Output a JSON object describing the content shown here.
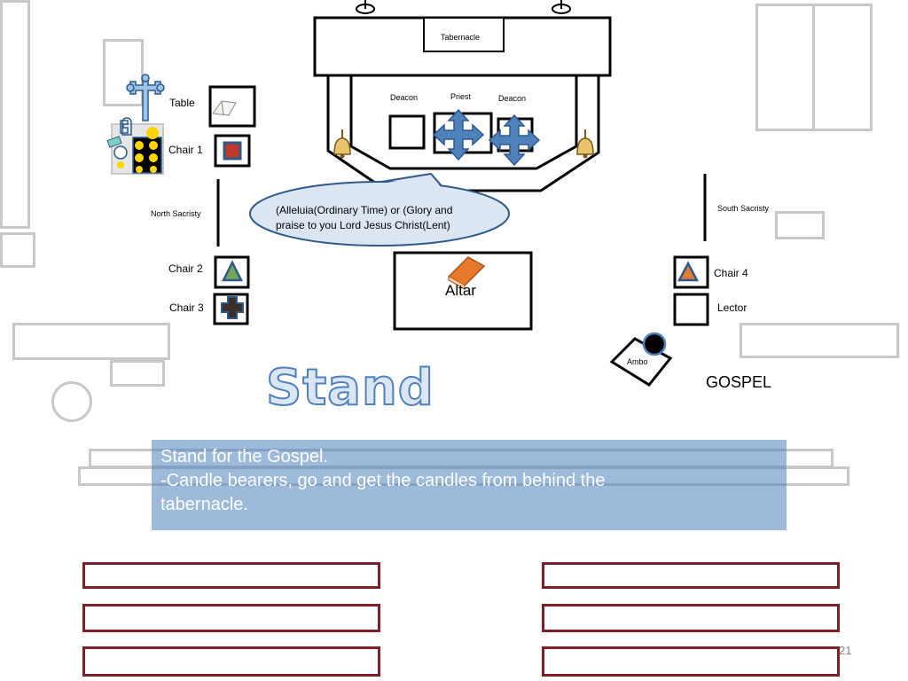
{
  "labels": {
    "tabernacle": "Tabernacle",
    "deacon_left": "Deacon",
    "priest": "Priest",
    "deacon_right": "Deacon",
    "table": "Table",
    "chair1": "Chair 1",
    "north_sacristy": "North Sacristy",
    "south_sacristy": "South Sacristy",
    "chair2": "Chair 2",
    "chair3": "Chair 3",
    "chair4": "Chair 4",
    "lector": "Lector",
    "altar": "Altar",
    "ambo": "Ambo",
    "gospel": "GOSPEL"
  },
  "callout": {
    "line1": "(Alleluia(Ordinary Time) or (Glory and",
    "line2": "praise to you Lord Jesus Christ(Lent)"
  },
  "posture": "Stand",
  "instructions": {
    "line1": "Stand for the Gospel.",
    "line2": "-Candle bearers, go and get the candles from behind the",
    "line3": "tabernacle."
  },
  "page_number": "21",
  "colors": {
    "accent_blue": "#4f81bd",
    "note_fill": "#95b3d7",
    "pew_border": "#7f1d2a",
    "structure_gray": "#c8c8c8"
  },
  "icons": [
    "cross-icon",
    "book-icon",
    "bell-icon",
    "arrow-cross-icon",
    "triangle-icon",
    "square-icon",
    "plus-shape-icon",
    "candle-icon"
  ]
}
